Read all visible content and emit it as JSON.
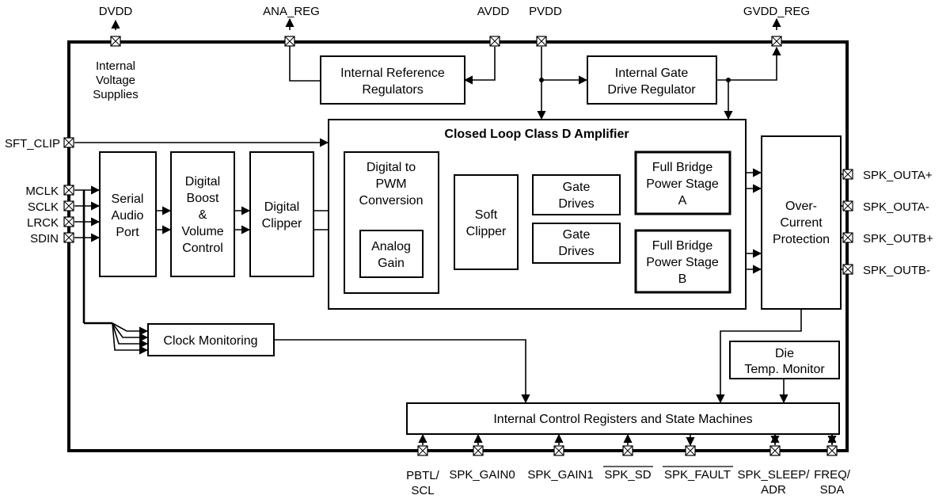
{
  "pins": {
    "top": [
      "DVDD",
      "ANA_REG",
      "AVDD",
      "PVDD",
      "GVDD_REG"
    ],
    "left": [
      "SFT_CLIP",
      "MCLK",
      "SCLK",
      "LRCK",
      "SDIN"
    ],
    "right": [
      "SPK_OUTA+",
      "SPK_OUTA-",
      "SPK_OUTB+",
      "SPK_OUTB-"
    ],
    "bottom_line1": [
      "PBTL/",
      "SPK_GAIN0",
      "SPK_GAIN1",
      "SPK_SD",
      "SPK_FAULT",
      "SPK_SLEEP/",
      "FREQ/"
    ],
    "bottom_line2": [
      "SCL",
      "",
      "",
      "",
      "",
      "ADR",
      "SDA"
    ]
  },
  "notes": {
    "internal_supplies": [
      "Internal",
      "Voltage",
      "Supplies"
    ]
  },
  "blocks": {
    "ref_regulators": [
      "Internal Reference",
      "Regulators"
    ],
    "gate_drive_regulator": [
      "Internal Gate",
      "Drive Regulator"
    ],
    "amplifier_title": "Closed Loop Class D Amplifier",
    "serial_audio_port": [
      "Serial",
      "Audio",
      "Port"
    ],
    "digital_boost": [
      "Digital",
      "Boost",
      "&",
      "Volume",
      "Control"
    ],
    "digital_clipper": [
      "Digital",
      "Clipper"
    ],
    "digital_to_pwm": [
      "Digital to",
      "PWM",
      "Conversion"
    ],
    "analog_gain": [
      "Analog",
      "Gain"
    ],
    "soft_clipper": [
      "Soft",
      "Clipper"
    ],
    "gate_drives_a": [
      "Gate",
      "Drives"
    ],
    "gate_drives_b": [
      "Gate",
      "Drives"
    ],
    "power_stage_a": [
      "Full Bridge",
      "Power Stage",
      "A"
    ],
    "power_stage_b": [
      "Full Bridge",
      "Power Stage",
      "B"
    ],
    "over_current": [
      "Over-",
      "Current",
      "Protection"
    ],
    "clock_monitoring": "Clock Monitoring",
    "die_temp": [
      "Die",
      "Temp. Monitor"
    ],
    "control_registers": "Internal Control Registers and State Machines"
  }
}
